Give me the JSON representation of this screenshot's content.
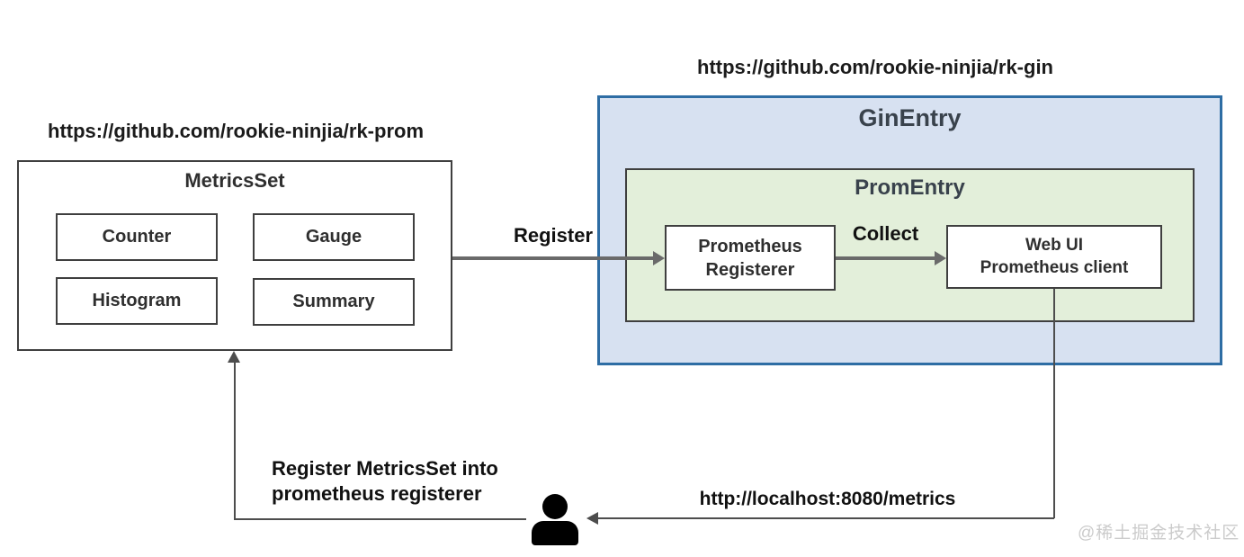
{
  "titles": {
    "rk_prom_url": "https://github.com/rookie-ninjia/rk-prom",
    "rk_gin_url": "https://github.com/rookie-ninjia/rk-gin"
  },
  "metricsset": {
    "title": "MetricsSet",
    "items": [
      "Counter",
      "Gauge",
      "Histogram",
      "Summary"
    ]
  },
  "ginentry": {
    "title": "GinEntry",
    "promentry": {
      "title": "PromEntry",
      "registerer": {
        "line1": "Prometheus",
        "line2": "Registerer"
      },
      "webui": {
        "line1": "Web UI",
        "line2": "Prometheus client"
      }
    }
  },
  "arrows": {
    "register_label": "Register",
    "collect_label": "Collect",
    "metrics_url_label": "http://localhost:8080/metrics",
    "register_note_line1": "Register MetricsSet into",
    "register_note_line2": "prometheus registerer"
  },
  "icons": {
    "person": "person-icon"
  },
  "watermark": "@稀土掘金技术社区",
  "colors": {
    "ginentry_fill": "#d7e1f1",
    "ginentry_border": "#2e6da4",
    "promentry_fill": "#e3efda",
    "box_border": "#3f3f3f",
    "arrow_gray": "#6a6a6a",
    "route_line": "#4d4d4d",
    "watermark_gray": "#cbcbcb"
  }
}
